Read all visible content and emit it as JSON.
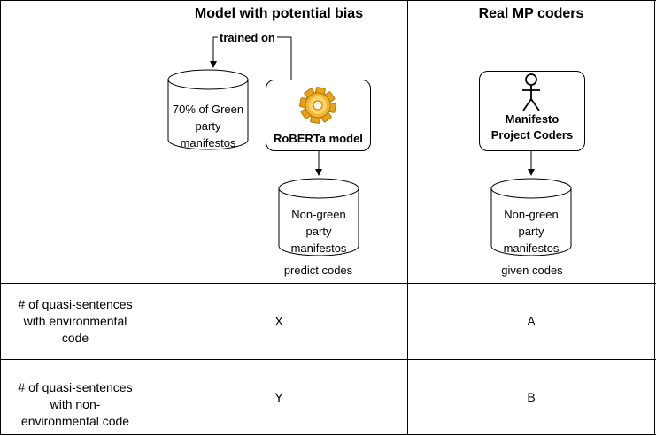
{
  "columns": {
    "model": {
      "heading": "Model with potential bias"
    },
    "coders": {
      "heading": "Real MP coders"
    }
  },
  "model_diagram": {
    "trained_on_label": "trained on",
    "training_data": [
      "70% of Green",
      "party",
      "manifestos"
    ],
    "model_label": "RoBERTa model",
    "model_icon": "gear-icon",
    "prediction_data": [
      "Non-green",
      "party",
      "manifestos"
    ],
    "caption": "predict codes"
  },
  "coders_diagram": {
    "coders_icon": "person-icon",
    "coders_label": [
      "Manifesto",
      "Project Coders"
    ],
    "coded_data": [
      "Non-green",
      "party",
      "manifestos"
    ],
    "caption": "given codes"
  },
  "rows": [
    {
      "label": [
        "# of quasi-sentences",
        "with environmental",
        "code"
      ],
      "model_value": "X",
      "coders_value": "A"
    },
    {
      "label": [
        "# of quasi-sentences",
        "with non-",
        "environmental code"
      ],
      "model_value": "Y",
      "coders_value": "B"
    }
  ],
  "colors": {
    "gear_light": "#ffd36a",
    "gear_dark": "#e8a21a",
    "gear_shadow": "#b87400"
  }
}
